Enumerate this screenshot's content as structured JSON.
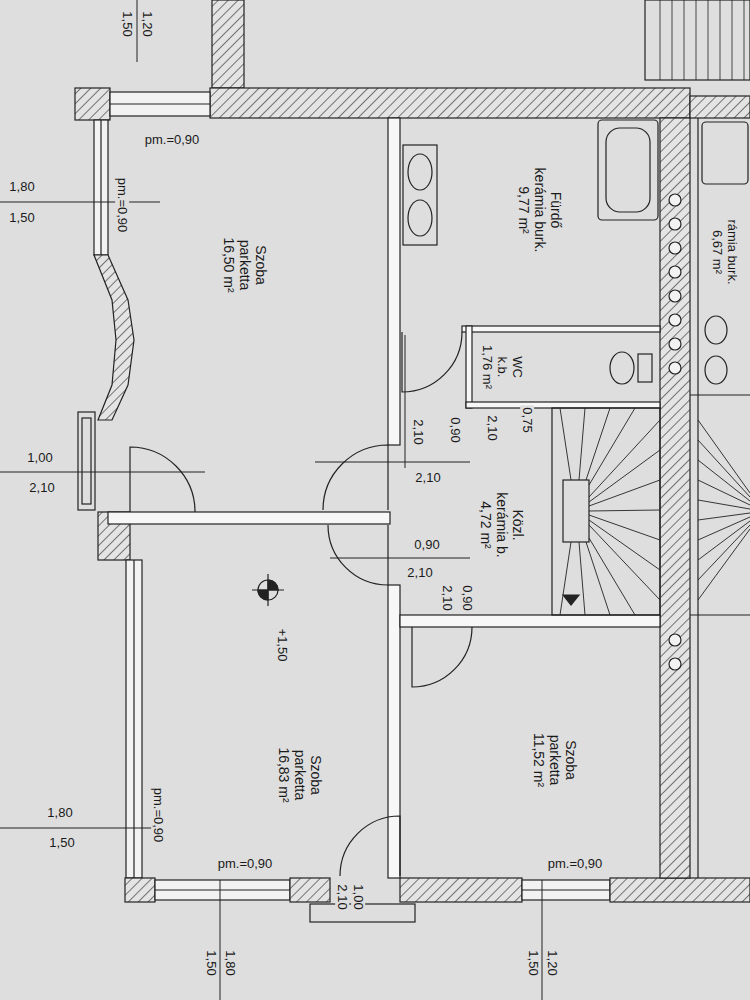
{
  "diagram": {
    "nodes": [
      {
        "text": [
          "Szoba",
          "parketta",
          "16,50 m²"
        ]
      },
      {
        "text": [
          "Fürdő",
          "kerámia burk.",
          "9,77 m²"
        ]
      },
      {
        "text": [
          "rámia burk.",
          "6,67 m²"
        ]
      },
      {
        "text": [
          "WC",
          "k.b.",
          "1,76 m²"
        ]
      },
      {
        "text": [
          "Közl.",
          "kerámia b.",
          "4,72 m²"
        ]
      },
      {
        "text": [
          "Szoba",
          "parketta",
          "16,83 m²"
        ]
      },
      {
        "text": [
          "Szoba",
          "parketta",
          "11,52 m²"
        ]
      }
    ],
    "labels": [
      "1,20",
      "1,50",
      "pm.=0,90",
      "pm.=0,90",
      "1,80",
      "1,50",
      "2,10",
      "0,90",
      "2,10",
      "0,75",
      "1,00",
      "2,10",
      "2,10",
      "0,90",
      "2,10",
      "2,10",
      "0,90",
      "+1,50",
      "1,80",
      "1,50",
      "pm.=0,90",
      "pm.=0,90",
      "pm.=0,90",
      "1,00",
      "2,10",
      "1,80",
      "1,50",
      "1,20",
      "1,50"
    ]
  }
}
